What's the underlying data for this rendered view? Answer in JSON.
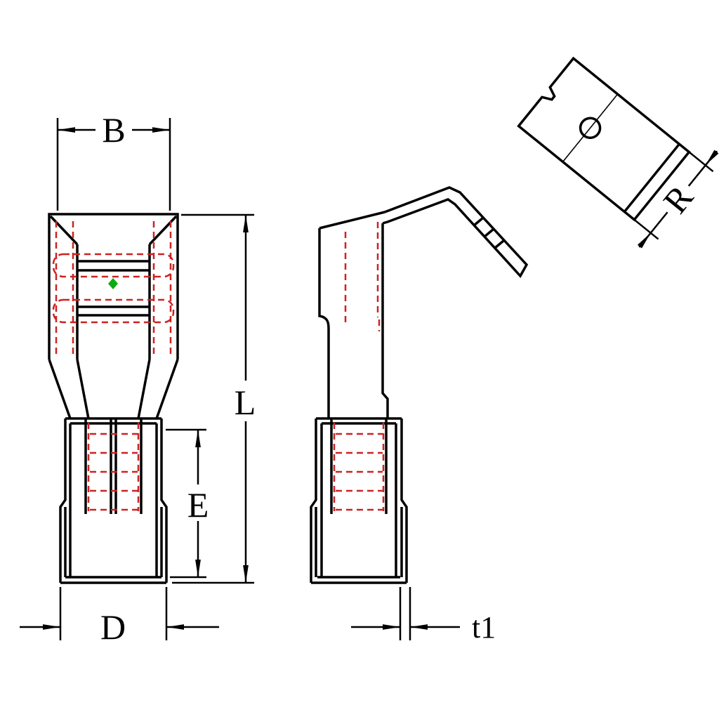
{
  "drawing": {
    "dimension_labels": {
      "B": "B",
      "L": "L",
      "E": "E",
      "D": "D",
      "t1": "t1",
      "R": "R"
    },
    "colors": {
      "outline": "#000000",
      "hidden_detail": "#cc2222",
      "center_marker": "#0faa0f",
      "background": "#ffffff"
    }
  }
}
